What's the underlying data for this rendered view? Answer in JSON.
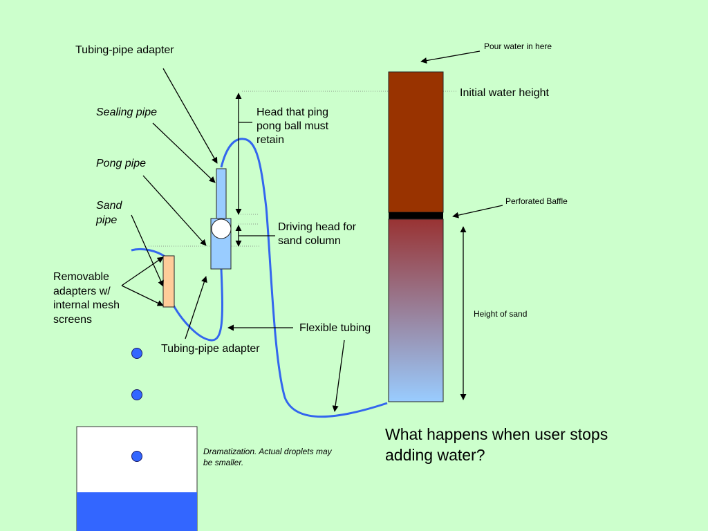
{
  "labels": {
    "tubing_pipe_adapter_top": "Tubing-pipe adapter",
    "sealing_pipe": "Sealing pipe",
    "pong_pipe": "Pong pipe",
    "sand_pipe": "Sand pipe",
    "removable_adapters": "Removable adapters w/ internal mesh screens",
    "tubing_pipe_adapter_bottom": "Tubing-pipe adapter",
    "head_ping_pong": "Head that ping pong ball must retain",
    "driving_head": "Driving head for sand column",
    "flexible_tubing": "Flexible tubing",
    "pour_water": "Pour water in here",
    "initial_water_height": "Initial water height",
    "perforated_baffle": "Perforated Baffle",
    "height_of_sand": "Height of sand",
    "question": "What happens when user stops adding water?",
    "dramatization": "Dramatization.  Actual droplets may be smaller."
  },
  "colors": {
    "background": "#ccffcc",
    "water_column": "#993300",
    "sand_top": "#993333",
    "sand_bottom": "#99ccff",
    "baffle": "#000000",
    "tubing": "#3366ee",
    "pipe": "#99ccff",
    "sand_pipe": "#ffcc99",
    "droplet": "#3366ff",
    "bucket_water": "#3366ff"
  }
}
